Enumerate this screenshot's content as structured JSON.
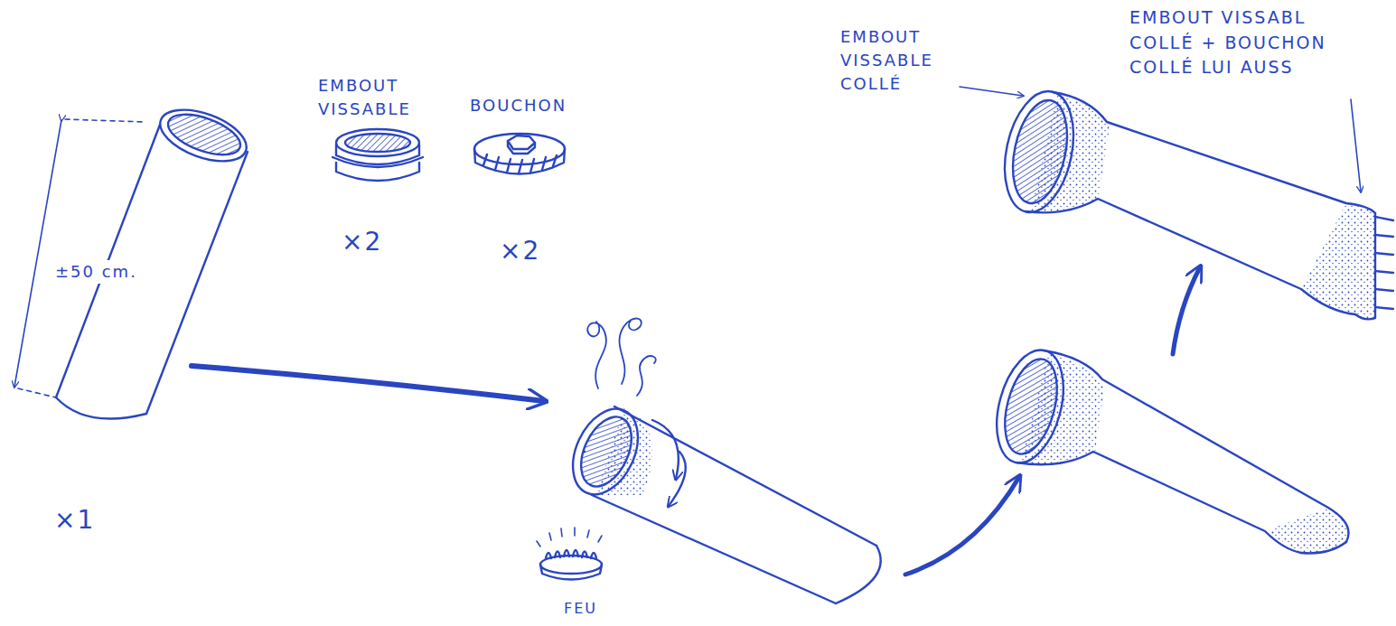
{
  "diagram": {
    "labels": [
      "EMBOUT VISSABLE",
      "BOUCHON",
      "×2",
      "×2",
      "±50 cm.",
      "×1",
      "FEU",
      "EMBOUT VISSABLE COLLÉ",
      "EMBOUT VISSABL COLLÉ + BOUCHON COLLÉ LUI AUSS"
    ]
  }
}
